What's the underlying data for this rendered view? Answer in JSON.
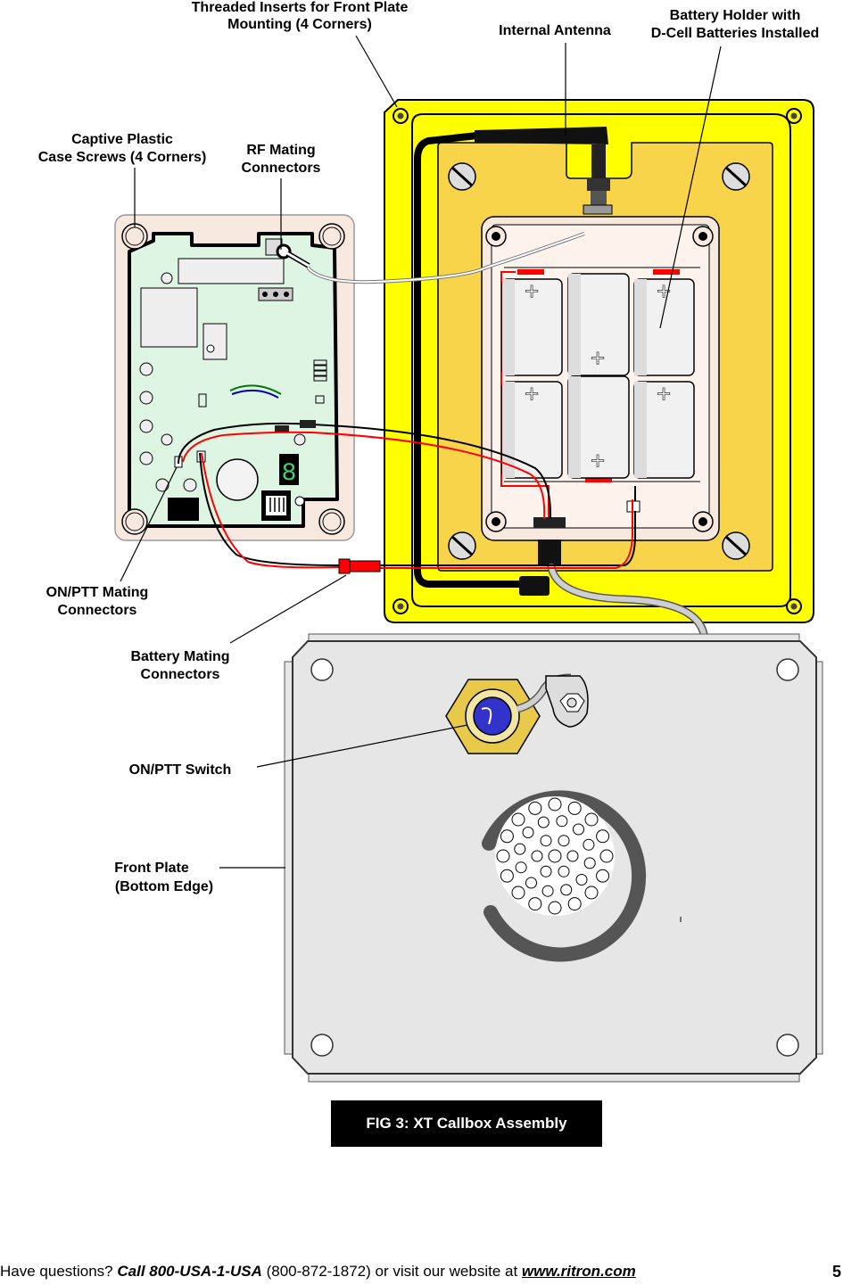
{
  "labels": {
    "threaded_inserts_1": "Threaded Inserts for Front Plate",
    "threaded_inserts_2": "Mounting (4 Corners)",
    "internal_antenna": "Internal Antenna",
    "battery_holder_1": "Battery Holder with",
    "battery_holder_2": "D-Cell Batteries Installed",
    "captive_screws_1": "Captive Plastic",
    "captive_screws_2": "Case Screws (4 Corners)",
    "rf_mating_1": "RF Mating",
    "rf_mating_2": "Connectors",
    "on_ptt_mating_1": "ON/PTT Mating",
    "on_ptt_mating_2": "Connectors",
    "battery_mating_1": "Battery Mating",
    "battery_mating_2": "Connectors",
    "on_ptt_switch": "ON/PTT Switch",
    "front_plate_1": "Front Plate",
    "front_plate_2": "(Bottom Edge)"
  },
  "battery_symbol": "+",
  "caption": "FIG 3: XT Callbox Assembly",
  "footer": {
    "lead": "Have questions?  ",
    "call": "Call 800-USA-1-USA",
    "phone": " (800-872-1872) or visit our website at ",
    "website": "www.ritron.com",
    "page_number": "5"
  },
  "colors": {
    "case_yellow": "#ffff00",
    "case_inner": "#f8d44a",
    "pcb_green": "#dff5e3",
    "enclosure_tan": "#f7e9df",
    "front_plate": "#e6e6e6",
    "wire_red": "#ff0000",
    "switch_blue": "#3333cc"
  }
}
